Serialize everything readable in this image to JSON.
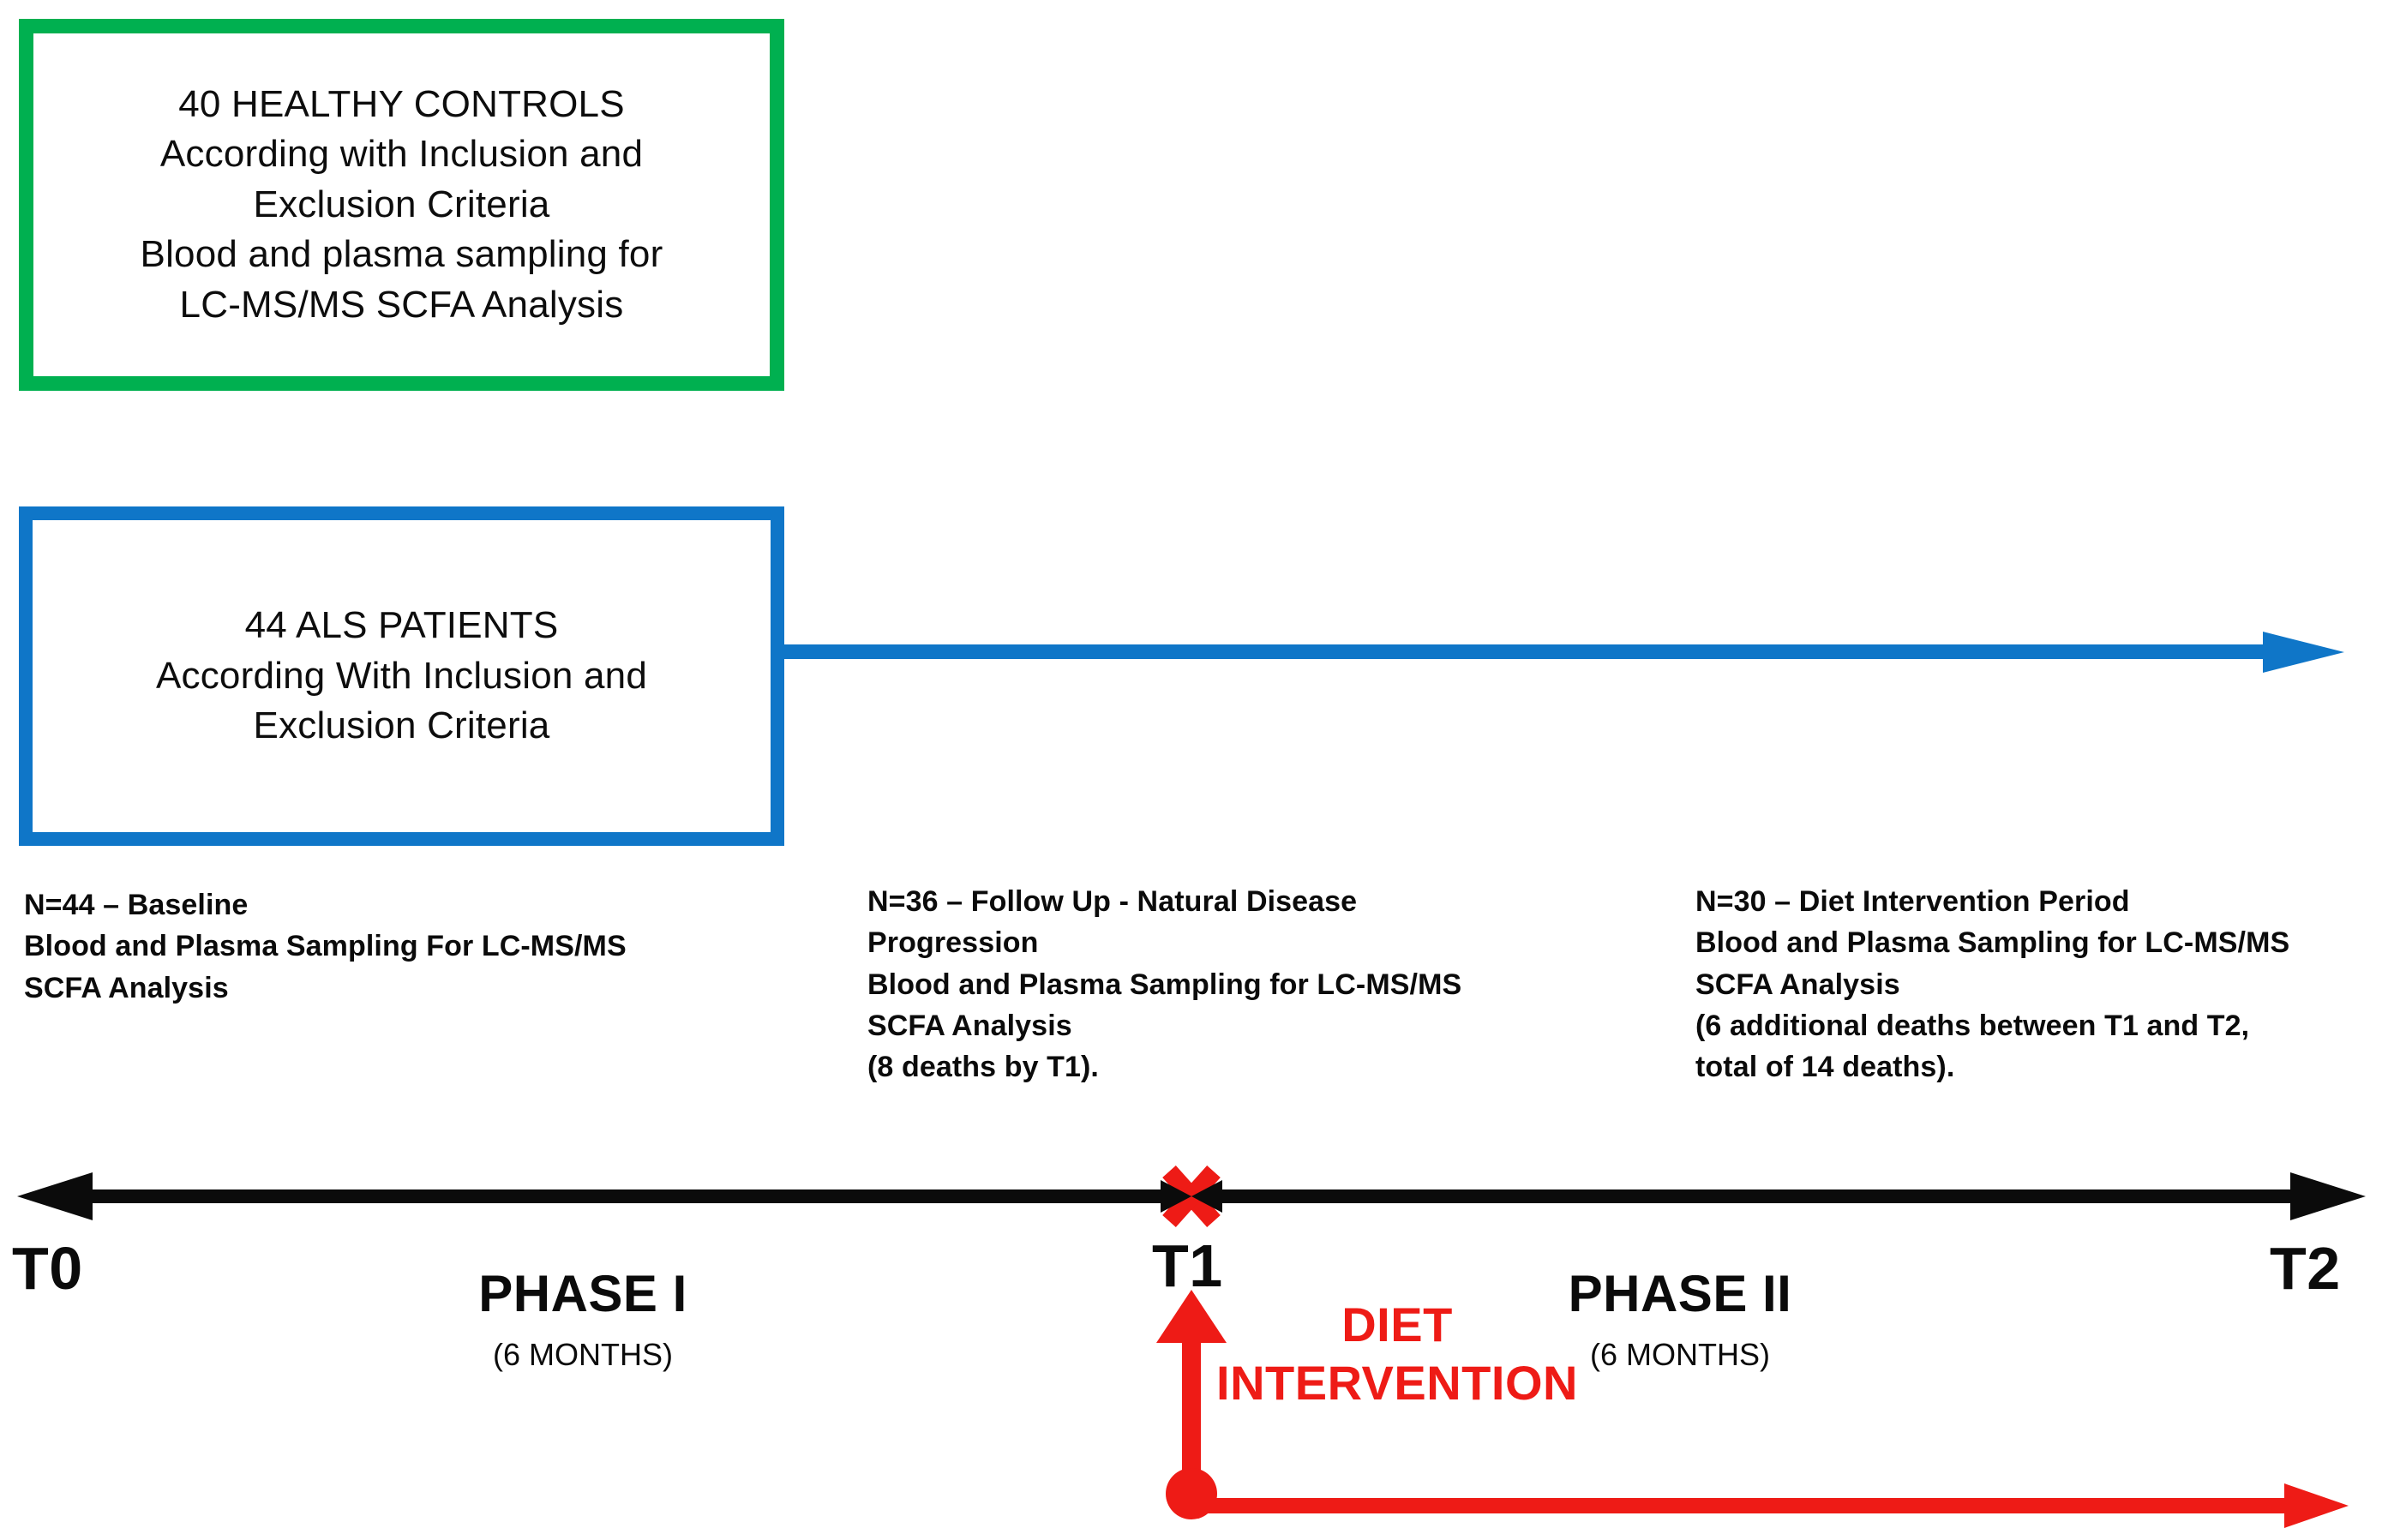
{
  "diagram": {
    "title": "ALS SCFA study design timeline",
    "colors": {
      "controls_border": "#00B050",
      "patients_border": "#0F76C8",
      "intervention": "#EE1B16",
      "axis": "#0B0B0B"
    }
  },
  "groups": {
    "healthy_controls": {
      "lines": [
        "40 HEALTHY CONTROLS",
        "According with Inclusion and",
        "Exclusion Criteria",
        "Blood and plasma sampling for",
        "LC-MS/MS SCFA Analysis"
      ]
    },
    "als_patients": {
      "lines": [
        "44 ALS PATIENTS",
        "According With Inclusion and",
        "Exclusion Criteria"
      ]
    }
  },
  "notes": {
    "baseline": {
      "lines": [
        "N=44 – Baseline",
        "Blood and Plasma Sampling For LC-MS/MS",
        "SCFA Analysis"
      ]
    },
    "follow_up": {
      "lines": [
        "N=36 – Follow Up - Natural Disease",
        "Progression",
        "Blood and Plasma Sampling for LC-MS/MS",
        "SCFA Analysis",
        "(8 deaths by T1)."
      ]
    },
    "diet_intervention": {
      "lines": [
        "N=30 – Diet Intervention Period",
        "Blood and Plasma Sampling for LC-MS/MS",
        "SCFA Analysis",
        "(6 additional deaths between T1 and T2,",
        "total of 14 deaths)."
      ]
    }
  },
  "timeline": {
    "timepoints": {
      "t0": "T0",
      "t1": "T1",
      "t2": "T2"
    },
    "phases": [
      {
        "name": "PHASE I",
        "duration": "(6 MONTHS)"
      },
      {
        "name": "PHASE II",
        "duration": "(6 MONTHS)"
      }
    ],
    "intervention_label": {
      "line1": "DIET",
      "line2": "INTERVENTION"
    }
  }
}
